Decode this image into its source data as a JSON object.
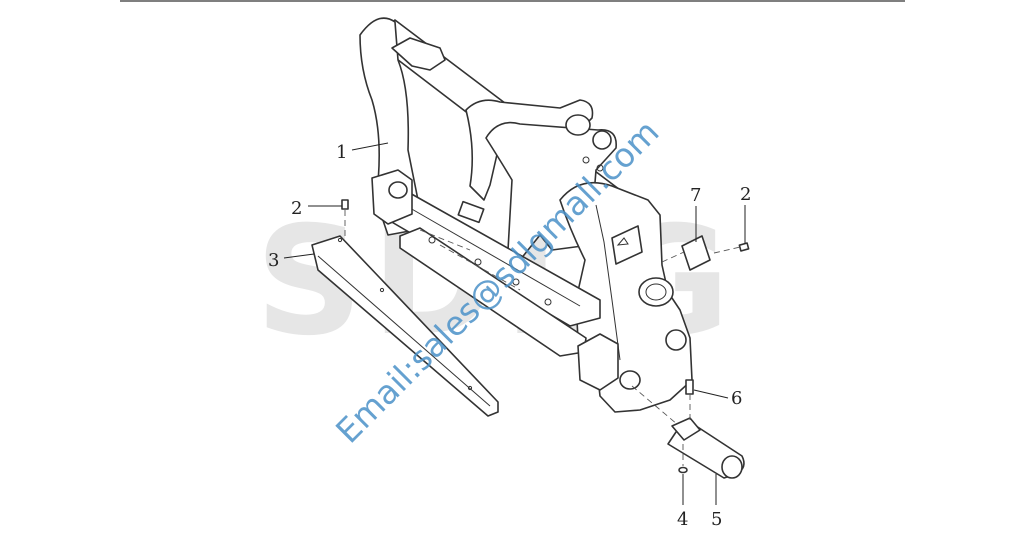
{
  "diagram": {
    "watermark": "SDLG",
    "email_watermark": "Email:sales@sdlgmall.com",
    "callouts": [
      {
        "id": "1",
        "label": "1"
      },
      {
        "id": "2a",
        "label": "2"
      },
      {
        "id": "3",
        "label": "3"
      },
      {
        "id": "7",
        "label": "7"
      },
      {
        "id": "2b",
        "label": "2"
      },
      {
        "id": "6",
        "label": "6"
      },
      {
        "id": "4",
        "label": "4"
      },
      {
        "id": "5",
        "label": "5"
      }
    ]
  },
  "colors": {
    "line": "#333333",
    "watermark": "#e6e6e6",
    "email": "#4a90c8"
  }
}
